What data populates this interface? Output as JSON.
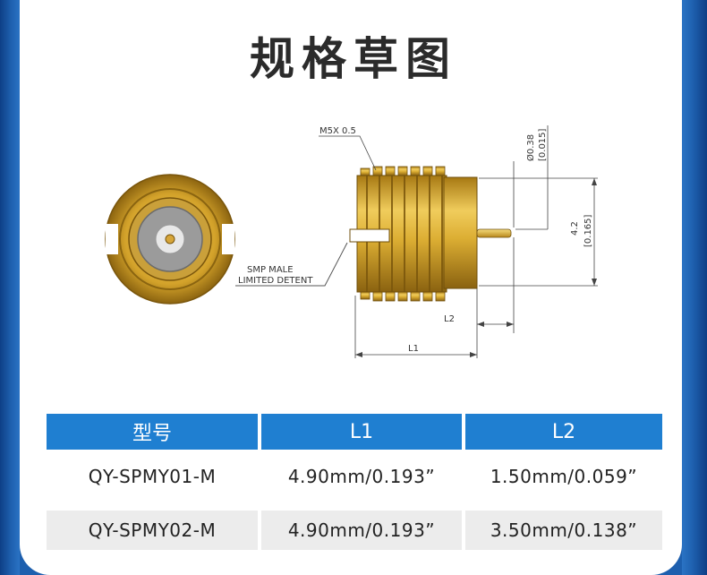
{
  "page": {
    "title": "规格草图"
  },
  "drawing": {
    "thread_label": "M5X 0.5",
    "pin_diameter_mm": "Ø0.38",
    "pin_diameter_in": "[0.015]",
    "body_height_mm": "4.2",
    "body_height_in": "[0.165]",
    "interface_label_line1": "SMP MALE",
    "interface_label_line2": "LIMITED DETENT",
    "dim_l2": "L2",
    "dim_l1": "L1"
  },
  "table": {
    "headers": [
      "型号",
      "L1",
      "L2"
    ],
    "rows": [
      {
        "model": "QY-SPMY01-M",
        "l1": "4.90mm/0.193”",
        "l2": "1.50mm/0.059”"
      },
      {
        "model": "QY-SPMY02-M",
        "l1": "4.90mm/0.193”",
        "l2": "3.50mm/0.138”"
      }
    ]
  },
  "colors": {
    "accent": "#1f7fd1",
    "frame": "#1d5fae",
    "gold": "#c7961d"
  }
}
